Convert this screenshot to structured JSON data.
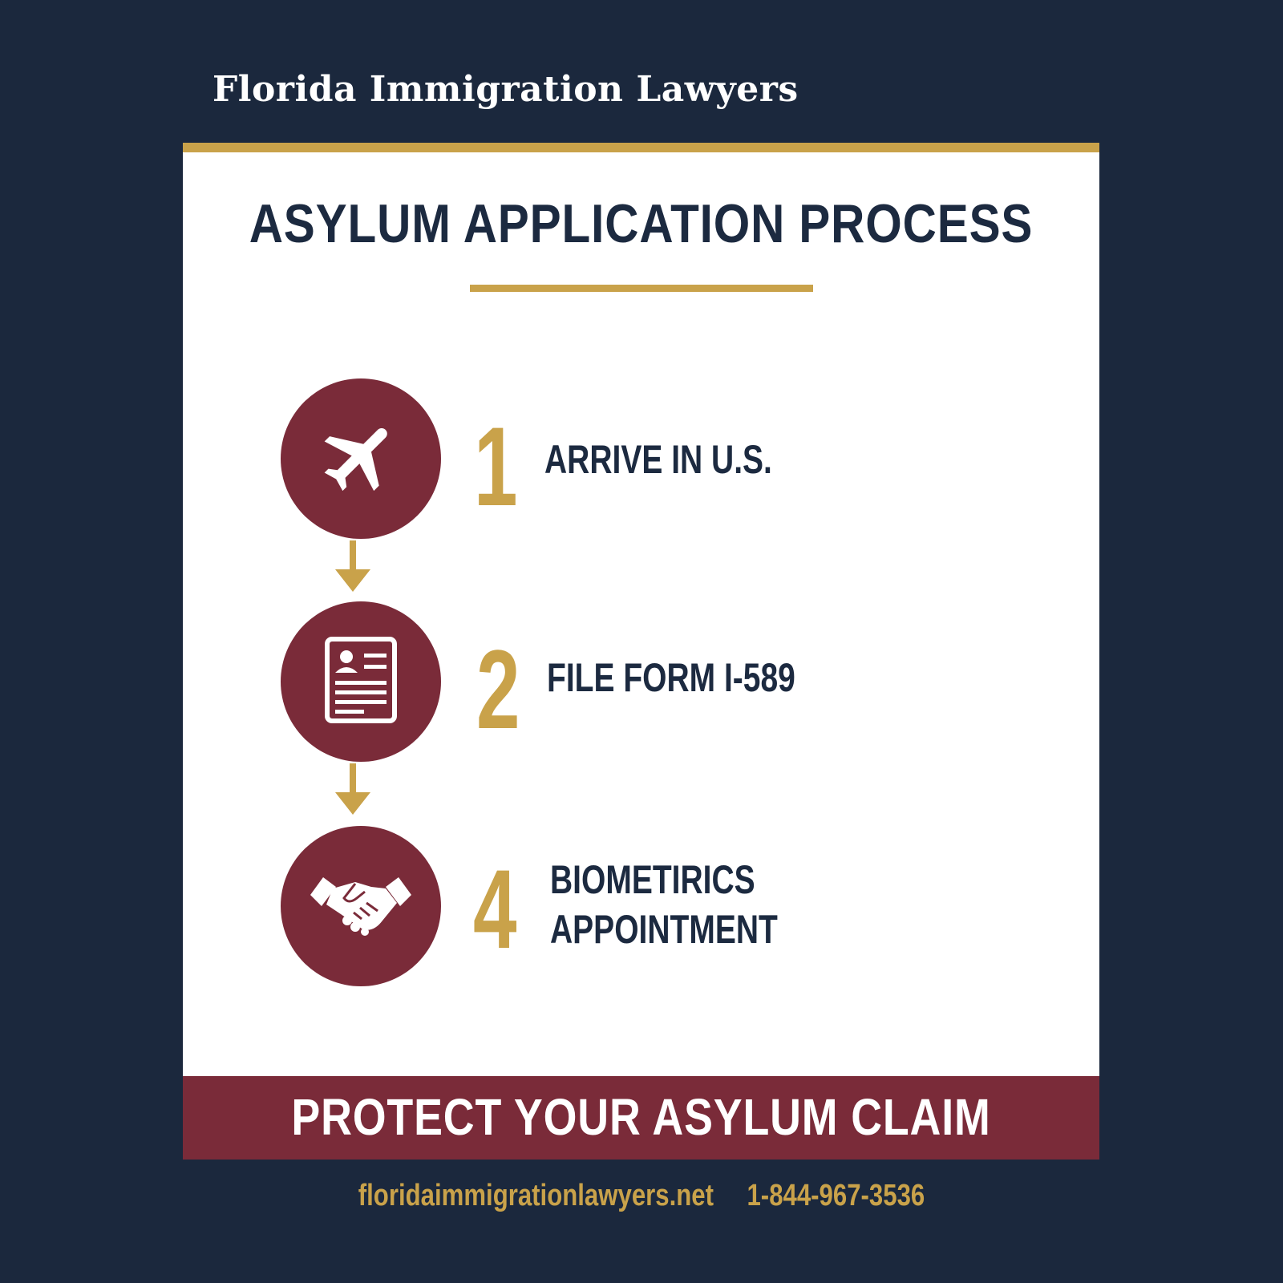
{
  "brand": "Florida Immigration Lawyers",
  "title": "ASYLUM APPLICATION PROCESS",
  "steps": [
    {
      "number": "1",
      "label_lines": [
        "ARRIVE IN U.S."
      ],
      "icon": "airplane-icon"
    },
    {
      "number": "2",
      "label_lines": [
        "FILE FORM I-589"
      ],
      "icon": "document-icon"
    },
    {
      "number": "4",
      "label_lines": [
        "BIOMETIRICS",
        "APPOINTMENT"
      ],
      "icon": "handshake-icon"
    }
  ],
  "banner": "PROTECT YOUR ASYLUM CLAIM",
  "footer": {
    "website": "floridaimmigrationlawyers.net",
    "phone": "1-844-967-3536"
  },
  "colors": {
    "background": "#1b283d",
    "gold": "#c9a24a",
    "maroon": "#7a2b39",
    "text_dark": "#1c2a40",
    "card": "#ffffff"
  }
}
